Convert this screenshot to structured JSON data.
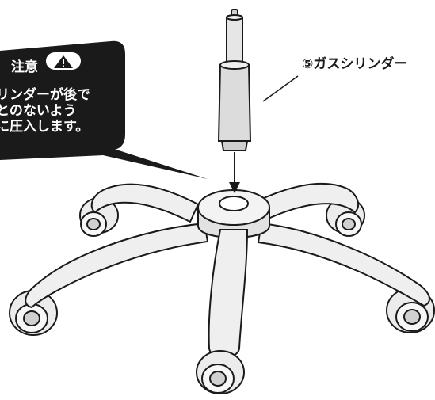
{
  "caution": {
    "title": "注意",
    "lines": [
      "シリンダーが後で",
      "ことのないよう",
      "実に圧入します。"
    ],
    "warning_icon": "warning-triangle-icon"
  },
  "part_label": "⑤ガスシリンダー",
  "colors": {
    "callout_bg": "#1a1a1a",
    "callout_text": "#ffffff",
    "line": "#1a1a1a",
    "part_fill": "#e8e8e8",
    "cylinder_fill": "#dcdcdc"
  }
}
